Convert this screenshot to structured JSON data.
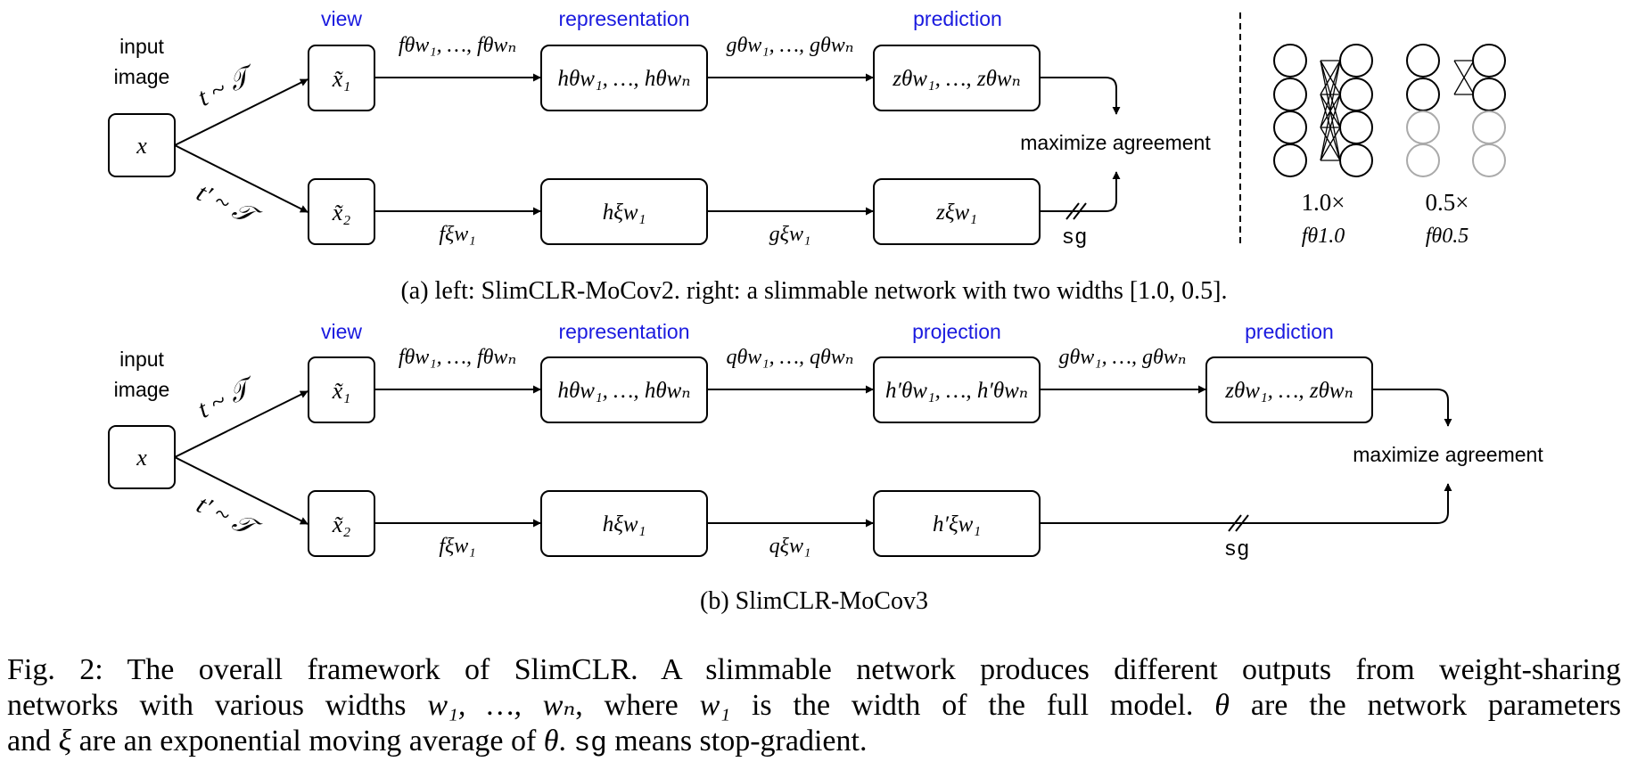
{
  "colors": {
    "label_blue": "#1a1adf",
    "stroke": "#000000",
    "gray_node": "#aaaaaa"
  },
  "panel_a": {
    "stage_labels": {
      "view": "view",
      "representation": "representation",
      "prediction": "prediction"
    },
    "input_label_1": "input",
    "input_label_2": "image",
    "input_node": "x",
    "aug_top": "t ~ 𝒯",
    "aug_bottom": "t′ ~ 𝒯",
    "view_1": "x̃₁",
    "view_2": "x̃₂",
    "f_top": "fθw₁, …, fθwₙ",
    "f_bottom": "fξw₁",
    "rep_top": "hθw₁, …, hθwₙ",
    "rep_bottom": "hξw₁",
    "g_top": "gθw₁, …, gθwₙ",
    "g_bottom": "gξw₁",
    "pred_top": "zθw₁, …, zθwₙ",
    "pred_bottom": "zξw₁",
    "maximize": "maximize agreement",
    "sg": "sg",
    "net_full_width": "1.0×",
    "net_full_fn": "fθ1.0",
    "net_half_width": "0.5×",
    "net_half_fn": "fθ0.5",
    "caption": "(a) left: SlimCLR-MoCov2. right: a slimmable network with two widths [1.0, 0.5]."
  },
  "panel_b": {
    "stage_labels": {
      "view": "view",
      "representation": "representation",
      "projection": "projection",
      "prediction": "prediction"
    },
    "input_label_1": "input",
    "input_label_2": "image",
    "input_node": "x",
    "aug_top": "t ~ 𝒯",
    "aug_bottom": "t′ ~ 𝒯",
    "view_1": "x̃₁",
    "view_2": "x̃₂",
    "f_top": "fθw₁, …, fθwₙ",
    "f_bottom": "fξw₁",
    "rep_top": "hθw₁, …, hθwₙ",
    "rep_bottom": "hξw₁",
    "q_top": "qθw₁, …, qθwₙ",
    "q_bottom": "qξw₁",
    "proj_top": "h′θw₁, …, h′θwₙ",
    "proj_bottom": "h′ξw₁",
    "g_top": "gθw₁, …, gθwₙ",
    "pred_top": "zθw₁, …, zθwₙ",
    "maximize": "maximize agreement",
    "sg": "sg",
    "caption": "(b) SlimCLR-MoCov3"
  },
  "figure_caption": {
    "line1": "Fig. 2: The overall framework of SlimCLR. A slimmable network produces different outputs from weight-sharing",
    "line2_a": "networks with various widths",
    "line2_b": "w₁, …, wₙ",
    "line2_c": ", where",
    "line2_d": "w₁",
    "line2_e": "is the width of the full model.",
    "line2_f": "θ",
    "line2_g": "are the network parameters",
    "line3_a": "and",
    "line3_b": "ξ",
    "line3_c": "are an exponential moving average of",
    "line3_d": "θ",
    "line3_e": ".",
    "line3_f": "sg",
    "line3_g": "means stop-gradient."
  }
}
